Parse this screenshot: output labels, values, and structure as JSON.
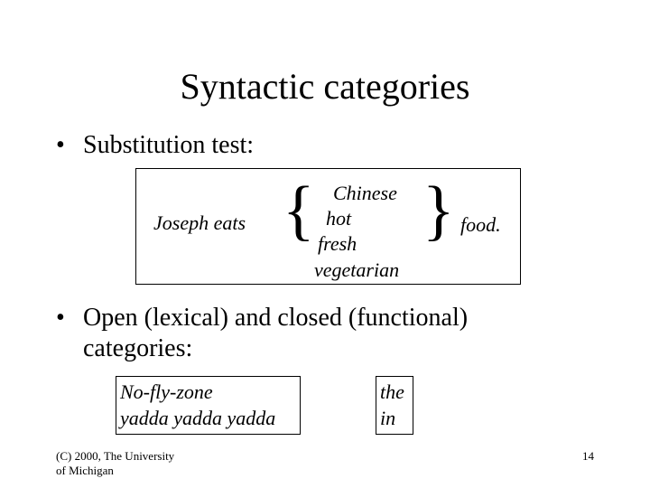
{
  "slide": {
    "title": "Syntactic categories",
    "bullet_symbol": "•",
    "bullet1": "Substitution test:",
    "substitution": {
      "prefix": "Joseph eats",
      "left_brace": "{",
      "options": [
        "Chinese",
        "hot",
        "fresh",
        "vegetarian"
      ],
      "right_brace": "}",
      "suffix": "food."
    },
    "bullet2_line1": "Open (lexical) and closed (functional)",
    "bullet2_line2": "categories:",
    "open_examples": [
      "No-fly-zone",
      "yadda yadda yadda"
    ],
    "closed_examples": [
      "the",
      "in"
    ],
    "footer": {
      "credit_line1": "(C) 2000, The University",
      "credit_line2": "of Michigan",
      "page_number": "14"
    }
  }
}
